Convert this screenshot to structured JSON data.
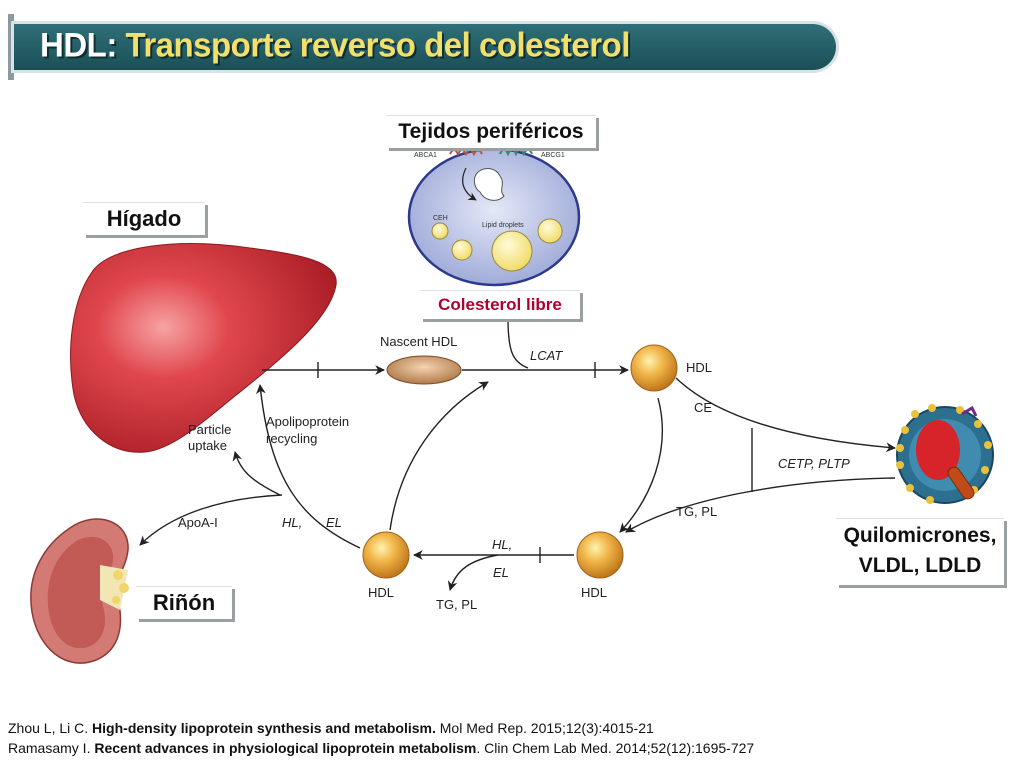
{
  "title": {
    "part1": "HDL:",
    "part2": "Transporte reverso del colesterol"
  },
  "labels": {
    "tejidos": "Tejidos periféricos",
    "higado": "Hígado",
    "colesterol_libre": "Colesterol libre",
    "quilomicrones_line1": "Quilomicrones,",
    "quilomicrones_line2": "VLDL, LDLD",
    "rinon": "Riñón"
  },
  "cell": {
    "abca1": "ABCA1",
    "abcg1": "ABCG1",
    "ceh": "CEH",
    "lipid_droplets": "Lipid droplets"
  },
  "diagram": {
    "nascent_hdl": "Nascent HDL",
    "lcat": "LCAT",
    "hdl_top": "HDL",
    "ce": "CE",
    "cetp_pltp": "CETP, PLTP",
    "tg_pl_right": "TG, PL",
    "hdl_bottom_right": "HDL",
    "hl": "HL,",
    "el": "EL",
    "tg_pl_bottom": "TG, PL",
    "hdl_bottom_left": "HDL",
    "hl_el_left": "HL,",
    "el_left": "EL",
    "apoa1": "ApoA-I",
    "particle_uptake_1": "Particle",
    "particle_uptake_2": "uptake",
    "apo_recycling_1": "Apolipoprotein",
    "apo_recycling_2": "recycling"
  },
  "references": [
    {
      "authors": "Zhou L, Li C. ",
      "title": "High-density lipoprotein synthesis and metabolism.",
      "source": " Mol Med Rep. 2015;12(3):4015-21"
    },
    {
      "authors": "Ramasamy I. ",
      "title": "Recent advances in physiological lipoprotein metabolism",
      "source": ". Clin Chem Lab Med. 2014;52(12):1695-727"
    }
  ],
  "colors": {
    "title_bar": "#1b4f57",
    "title_highlight": "#f3e06a",
    "liver": "#d9343c",
    "hdl_particle": "#e9a63a",
    "colesterol_libre": "#b00030"
  }
}
